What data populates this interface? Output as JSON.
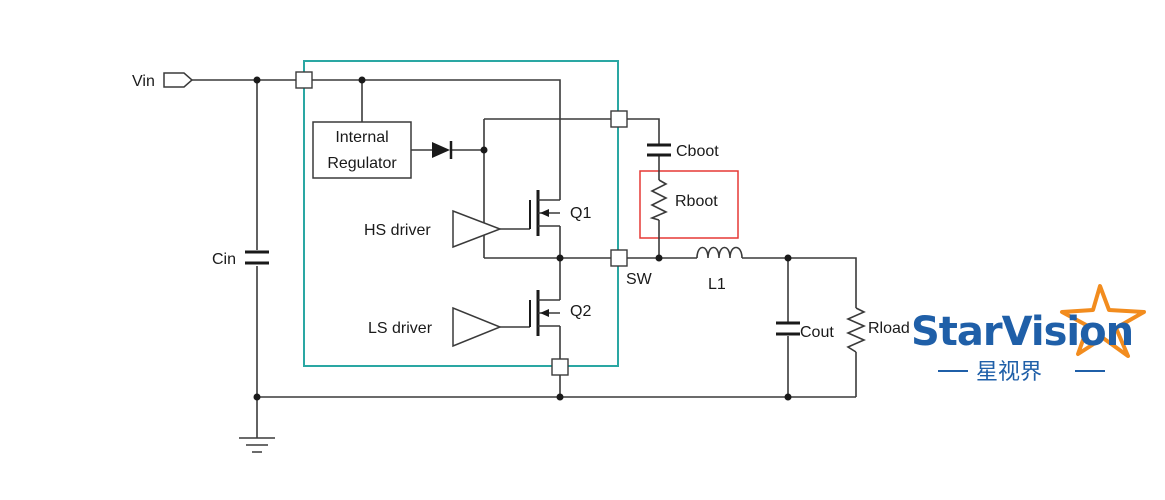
{
  "labels": {
    "vin": "Vin",
    "cin": "Cin",
    "internal_regulator_line1": "Internal",
    "internal_regulator_line2": "Regulator",
    "hs_driver": "HS driver",
    "ls_driver": "LS driver",
    "q1": "Q1",
    "q2": "Q2",
    "cboot": "Cboot",
    "rboot": "Rboot",
    "sw": "SW",
    "l1": "L1",
    "cout": "Cout",
    "rload": "Rload"
  },
  "logo": {
    "brand_en": "StarVision",
    "brand_cn": "星视界"
  },
  "colors": {
    "ic_outline": "#2aa7a3",
    "rboot_highlight": "#e53935",
    "logo_blue": "#1f5fa8",
    "logo_orange": "#f28c1e"
  }
}
